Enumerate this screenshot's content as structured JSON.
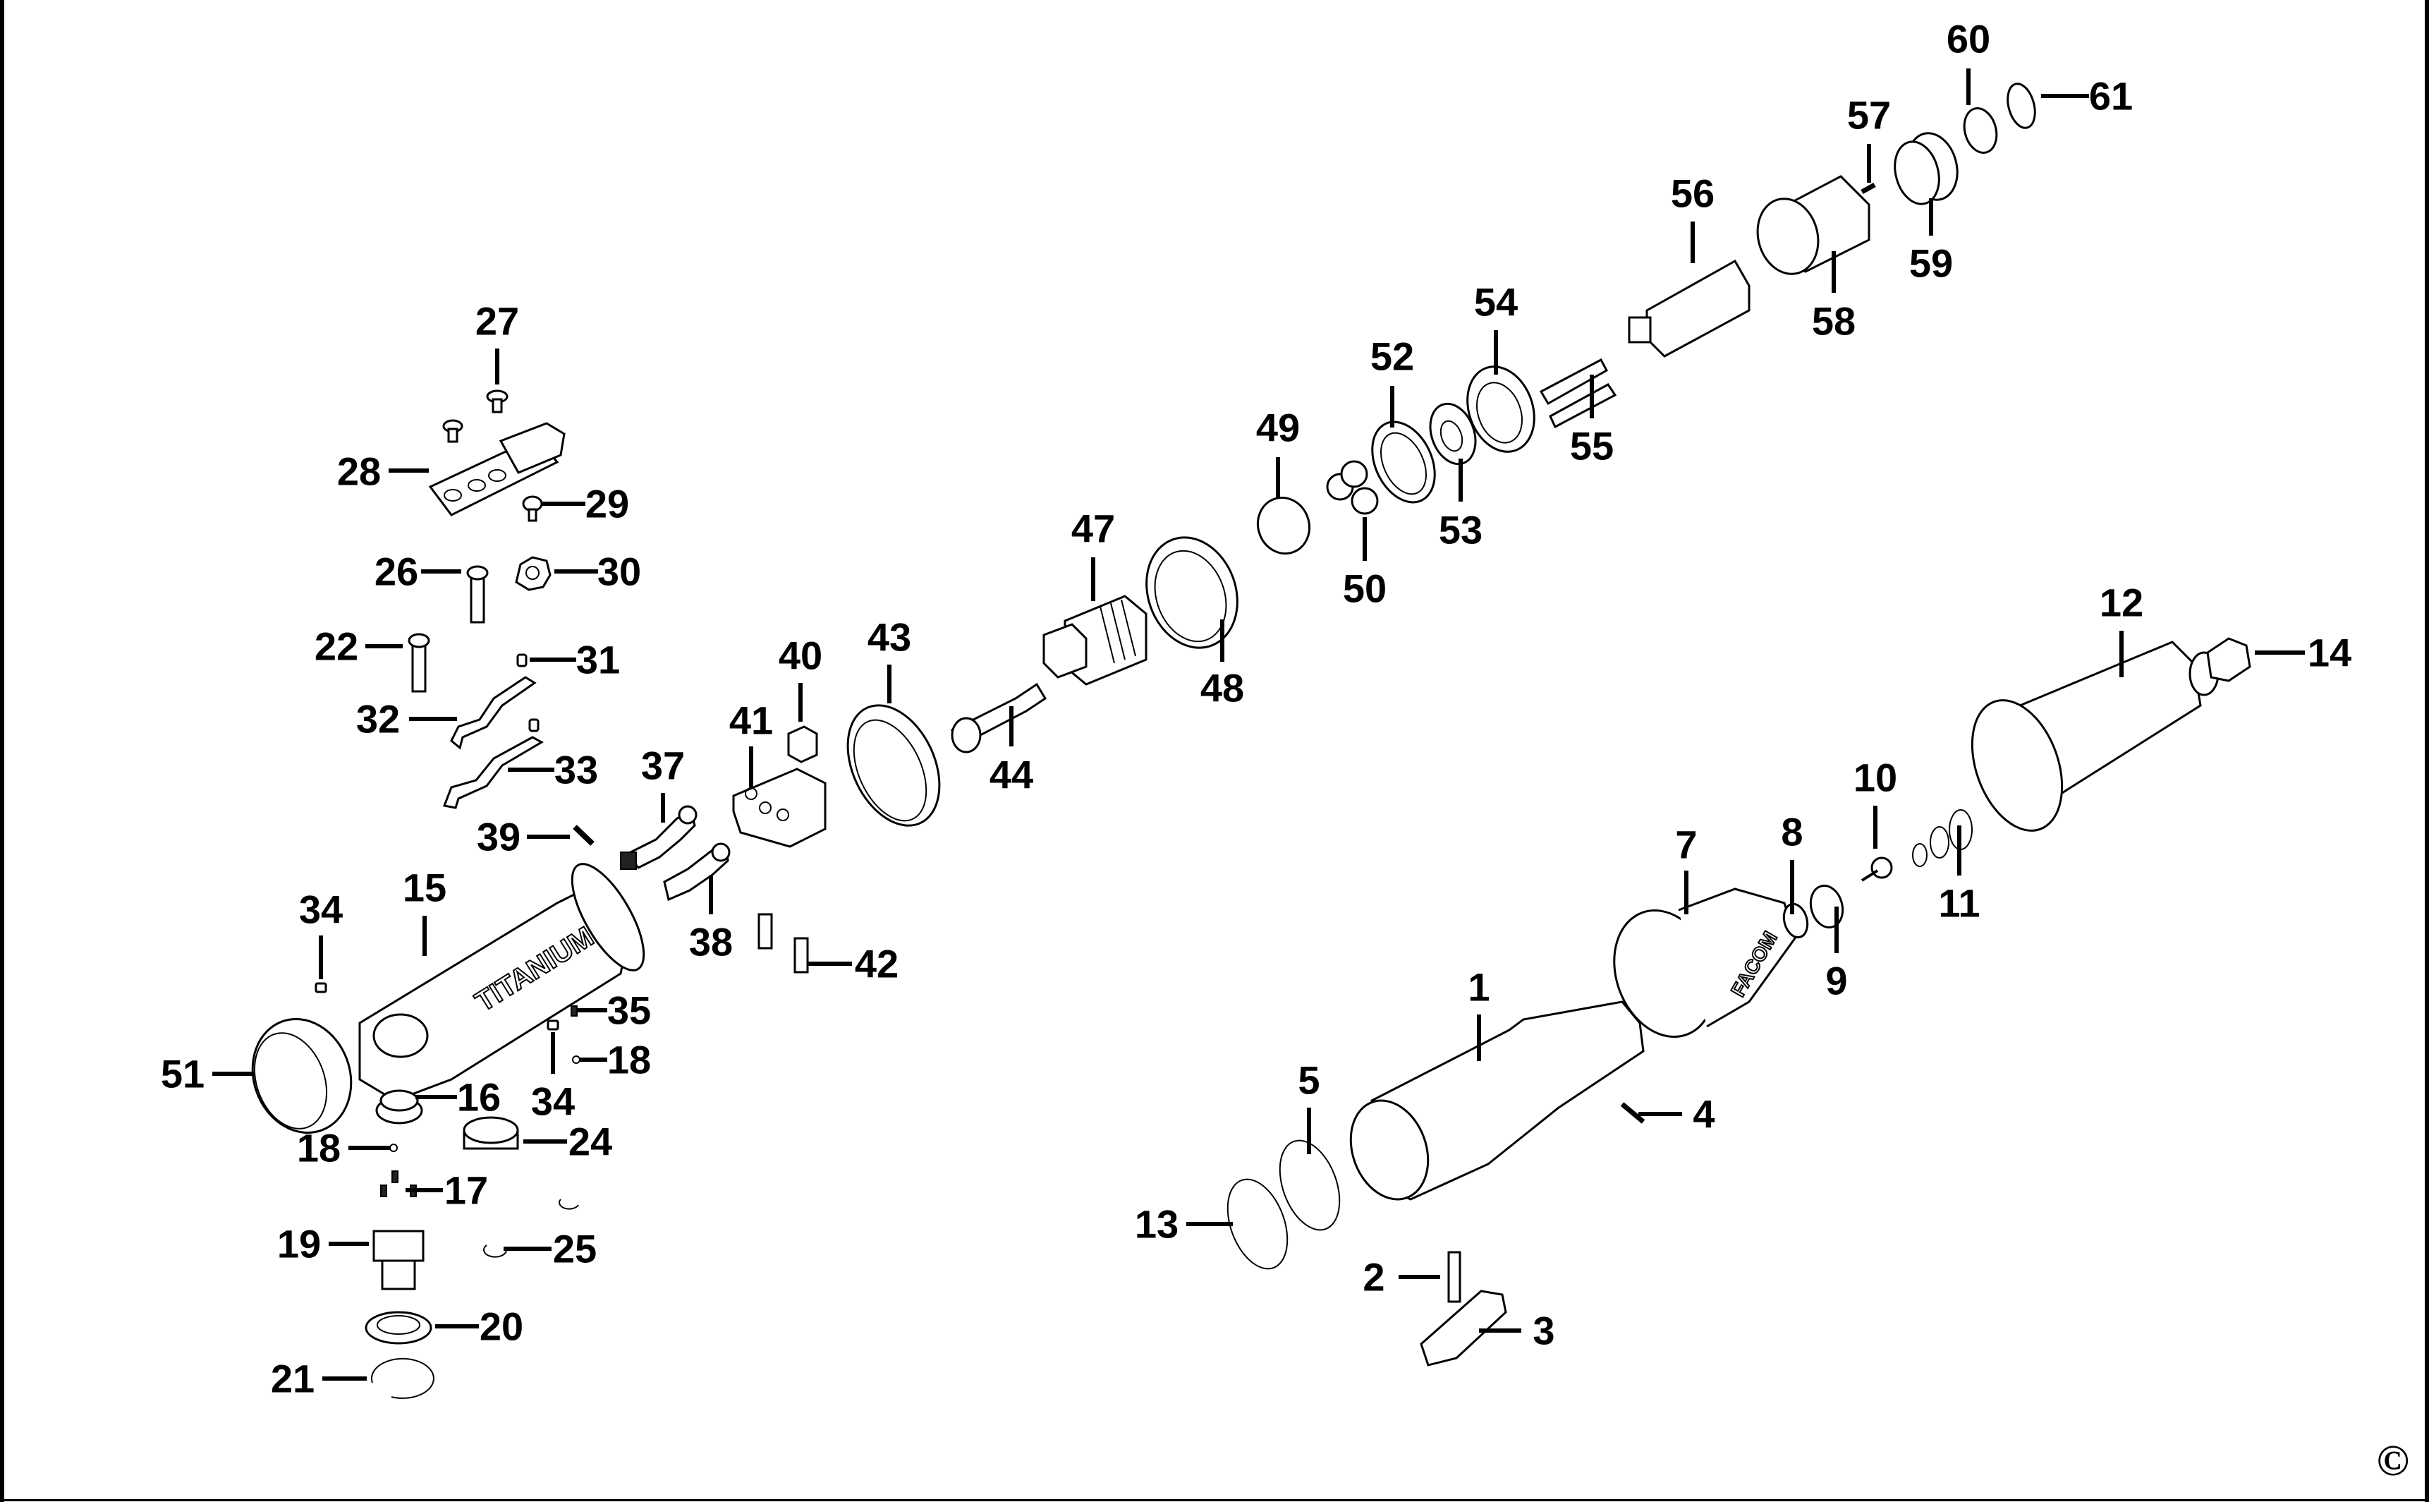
{
  "diagram": {
    "type": "exploded-parts-diagram",
    "colors": {
      "ink": "#000000",
      "paper": "#ffffff"
    },
    "housing_brand_text": "TITANIUM",
    "motor_housing_logo": "FACOM",
    "copyright_symbol": "©",
    "callouts": [
      {
        "id": "c1",
        "label": "1"
      },
      {
        "id": "c2",
        "label": "2"
      },
      {
        "id": "c3",
        "label": "3"
      },
      {
        "id": "c4",
        "label": "4"
      },
      {
        "id": "c5",
        "label": "5"
      },
      {
        "id": "c7",
        "label": "7"
      },
      {
        "id": "c8",
        "label": "8"
      },
      {
        "id": "c9",
        "label": "9"
      },
      {
        "id": "c10",
        "label": "10"
      },
      {
        "id": "c11",
        "label": "11"
      },
      {
        "id": "c12",
        "label": "12"
      },
      {
        "id": "c13",
        "label": "13"
      },
      {
        "id": "c14",
        "label": "14"
      },
      {
        "id": "c15",
        "label": "15"
      },
      {
        "id": "c16",
        "label": "16"
      },
      {
        "id": "c17",
        "label": "17"
      },
      {
        "id": "c18a",
        "label": "18"
      },
      {
        "id": "c18b",
        "label": "18"
      },
      {
        "id": "c19",
        "label": "19"
      },
      {
        "id": "c20",
        "label": "20"
      },
      {
        "id": "c21",
        "label": "21"
      },
      {
        "id": "c22",
        "label": "22"
      },
      {
        "id": "c24",
        "label": "24"
      },
      {
        "id": "c25",
        "label": "25"
      },
      {
        "id": "c26",
        "label": "26"
      },
      {
        "id": "c27",
        "label": "27"
      },
      {
        "id": "c28",
        "label": "28"
      },
      {
        "id": "c29",
        "label": "29"
      },
      {
        "id": "c30",
        "label": "30"
      },
      {
        "id": "c31",
        "label": "31"
      },
      {
        "id": "c32",
        "label": "32"
      },
      {
        "id": "c33",
        "label": "33"
      },
      {
        "id": "c34a",
        "label": "34"
      },
      {
        "id": "c34b",
        "label": "34"
      },
      {
        "id": "c35",
        "label": "35"
      },
      {
        "id": "c37",
        "label": "37"
      },
      {
        "id": "c38",
        "label": "38"
      },
      {
        "id": "c39",
        "label": "39"
      },
      {
        "id": "c40",
        "label": "40"
      },
      {
        "id": "c41",
        "label": "41"
      },
      {
        "id": "c42",
        "label": "42"
      },
      {
        "id": "c43",
        "label": "43"
      },
      {
        "id": "c44",
        "label": "44"
      },
      {
        "id": "c47",
        "label": "47"
      },
      {
        "id": "c48",
        "label": "48"
      },
      {
        "id": "c49",
        "label": "49"
      },
      {
        "id": "c50",
        "label": "50"
      },
      {
        "id": "c51",
        "label": "51"
      },
      {
        "id": "c52",
        "label": "52"
      },
      {
        "id": "c53",
        "label": "53"
      },
      {
        "id": "c54",
        "label": "54"
      },
      {
        "id": "c55",
        "label": "55"
      },
      {
        "id": "c56",
        "label": "56"
      },
      {
        "id": "c57",
        "label": "57"
      },
      {
        "id": "c58",
        "label": "58"
      },
      {
        "id": "c59",
        "label": "59"
      },
      {
        "id": "c60",
        "label": "60"
      },
      {
        "id": "c61",
        "label": "61"
      }
    ]
  }
}
